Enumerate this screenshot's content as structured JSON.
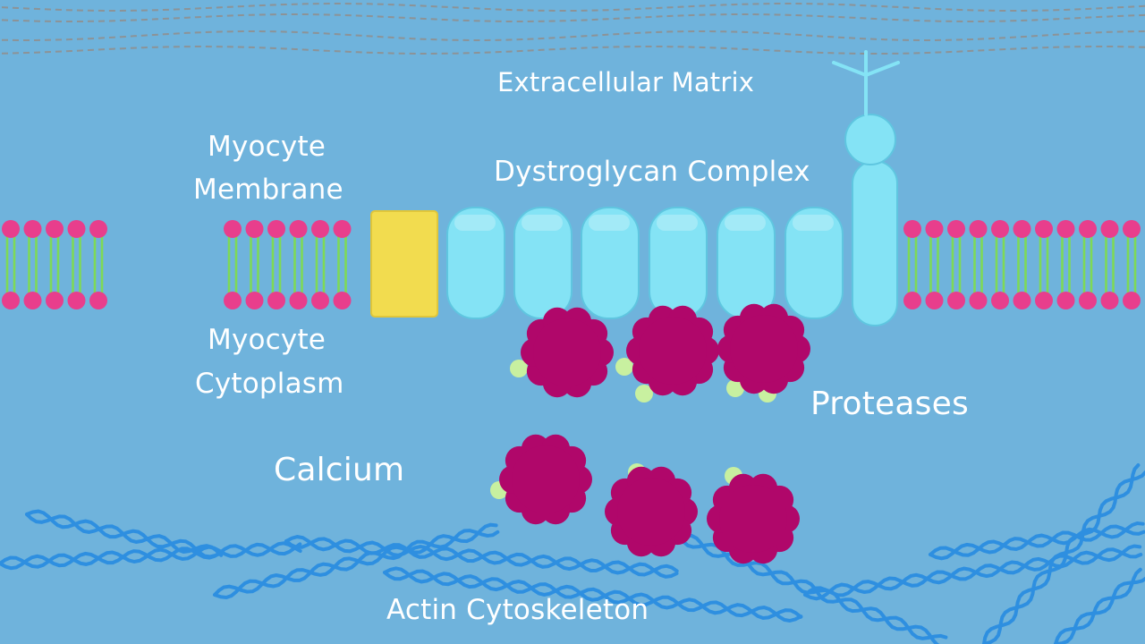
{
  "labels": {
    "extracellular_matrix": "Extracellular Matrix",
    "myocyte_membrane_line1": "Myocyte",
    "myocyte_membrane_line2": "Membrane",
    "dystroglycan_complex": "Dystroglycan Complex",
    "myocyte_cytoplasm_line1": "Myocyte",
    "myocyte_cytoplasm_line2": "Cytoplasm",
    "proteases": "Proteases",
    "calcium": "Calcium",
    "actin_cytoskeleton": "Actin Cytoskeleton"
  },
  "colors": {
    "background": "#6fb3dc",
    "lipid_head": "#e83e8c",
    "lipid_tail": "#7ed957",
    "protein_block": "#f2dc4f",
    "dystroglycan_domain": "#84e3f5",
    "protease": "#b0076a",
    "calcium_ion": "#c8f0a0",
    "actin": "#2e8fe0",
    "matrix_fiber": "#8f8f8f",
    "label_text": "#ffffff"
  }
}
